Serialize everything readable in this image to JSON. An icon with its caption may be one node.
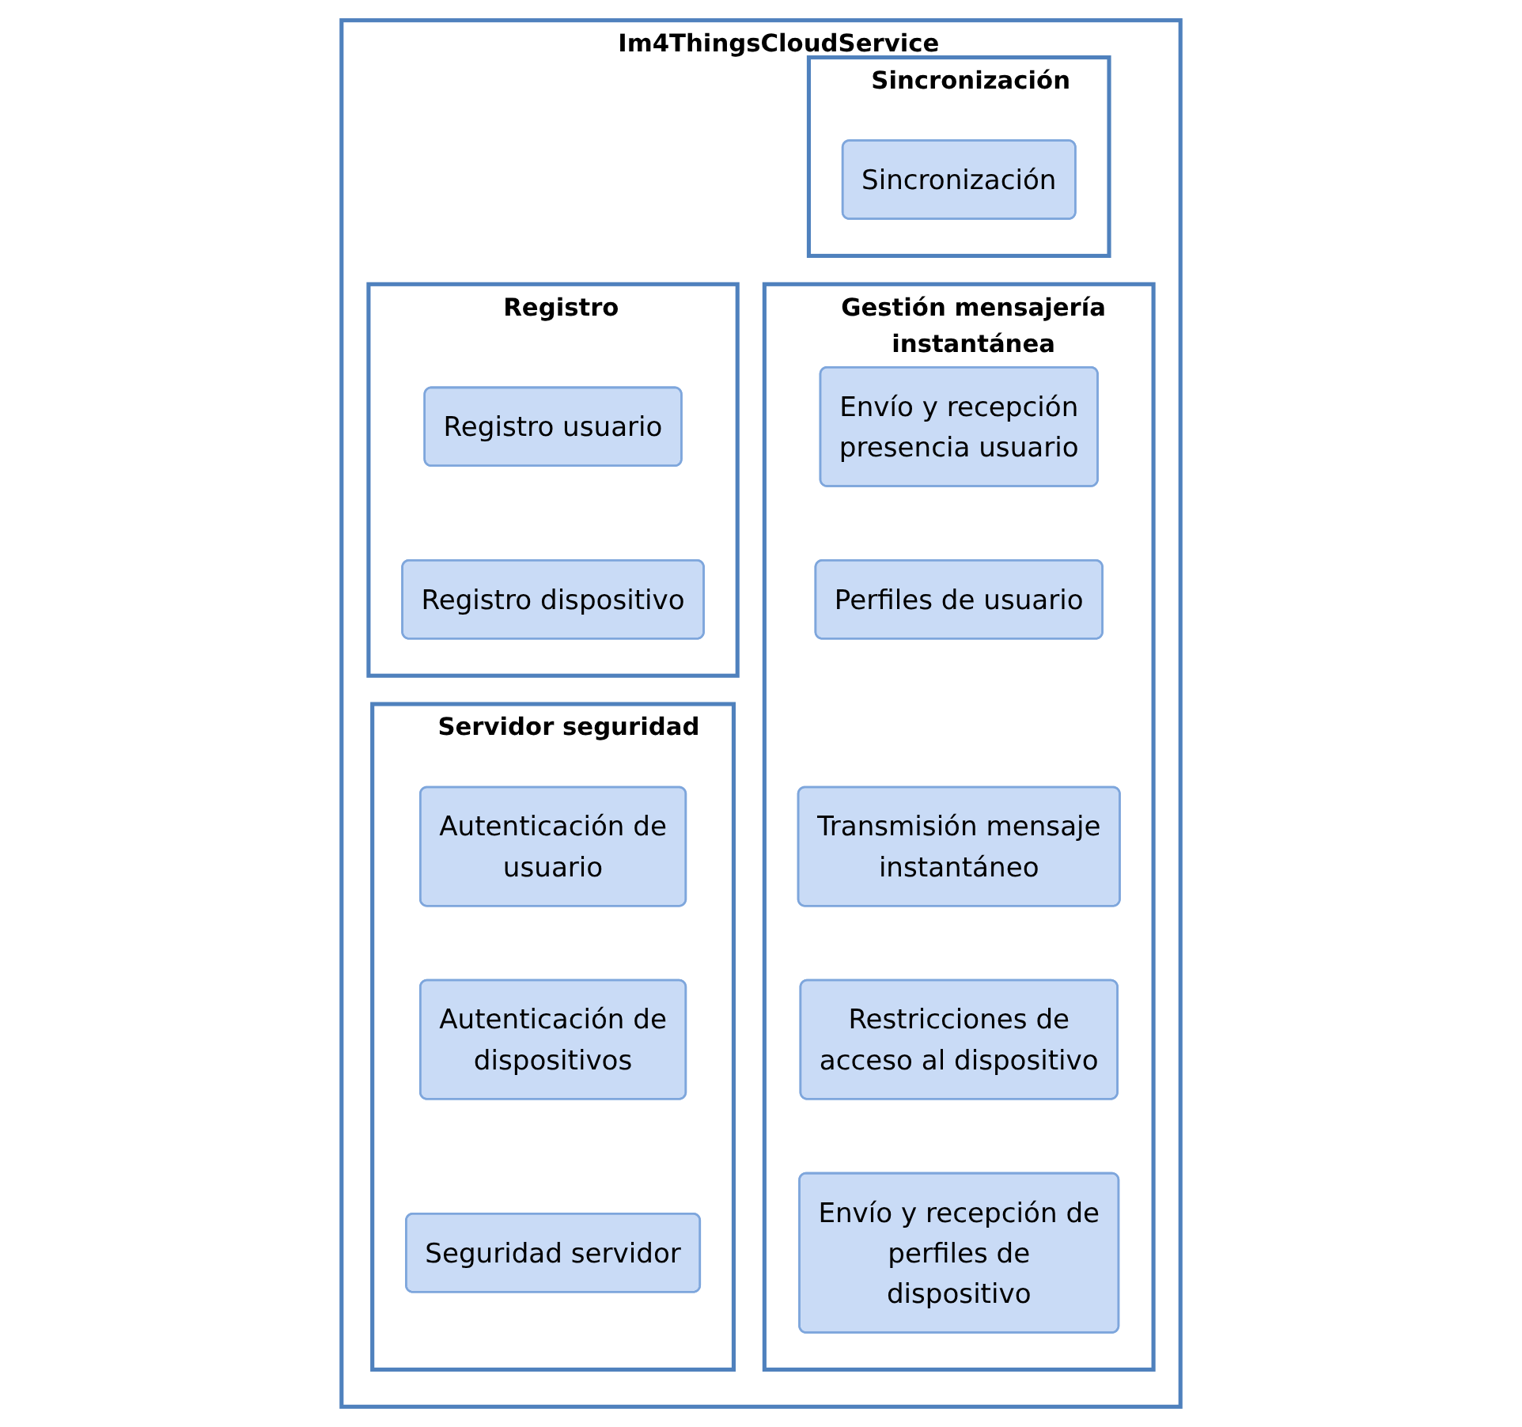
{
  "diagram": {
    "nodes": [
      {
        "text": [
          "Im4ThingsCloudService"
        ]
      },
      {
        "text": [
          "Sincronización"
        ],
        "in": 0
      },
      {
        "text": [
          "Sincronización"
        ],
        "in": 1
      },
      {
        "text": [
          "Registro"
        ],
        "in": 0
      },
      {
        "text": [
          "Registro usuario"
        ],
        "in": 3
      },
      {
        "text": [
          "Registro dispositivo"
        ],
        "in": 3
      },
      {
        "text": [
          "Gestión mensajería instantánea"
        ],
        "in": 0
      },
      {
        "text": [
          "Envío y recepción presencia usuario"
        ],
        "in": 6
      },
      {
        "text": [
          "Perfiles de usuario"
        ],
        "in": 6
      },
      {
        "text": [
          "Transmisión mensaje instantáneo"
        ],
        "in": 6
      },
      {
        "text": [
          "Restricciones de acceso al dispositivo"
        ],
        "in": 6
      },
      {
        "text": [
          "Envío y recepción de perfiles de dispositivo"
        ],
        "in": 6
      },
      {
        "text": [
          "Servidor seguridad"
        ],
        "in": 0
      },
      {
        "text": [
          "Autenticación de usuario"
        ],
        "in": 12
      },
      {
        "text": [
          "Autenticación de dispositivos"
        ],
        "in": 12
      },
      {
        "text": [
          "Seguridad servidor"
        ],
        "in": 12
      }
    ]
  }
}
